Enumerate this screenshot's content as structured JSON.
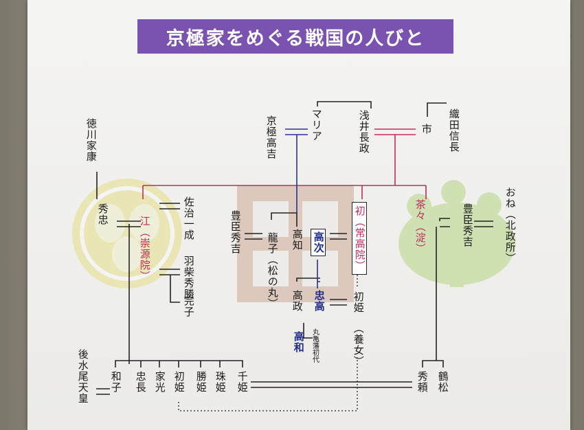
{
  "title": "京極家をめぐる戦国の人びと",
  "people": {
    "tokugawa_ieyasu": "徳川家康",
    "hidetada": "秀忠",
    "go": "江",
    "go_title": "（崇源院）",
    "saji_kazunari": "佐治一成",
    "hashiba_hidekatsu": "羽柴秀勝",
    "sadako": "完子",
    "kyogoku_takayoshi": "京極高吉",
    "maria": "マリア",
    "azai_nagamasa": "浅井長政",
    "ichi": "市",
    "oda_nobunaga": "織田信長",
    "toyotomi_hideyoshi_left": "豊臣秀吉",
    "tatsuko": "龍子",
    "tatsuko_title": "（松の丸）",
    "takatomo": "高知",
    "takatsugu": "高次",
    "hatsu": "初",
    "hatsu_title": "（常高院）",
    "chacha": "茶々",
    "chacha_title": "（淀）",
    "toyotomi_hideyoshi_right": "豊臣秀吉",
    "one": "おね",
    "one_title": "（北政所）",
    "takamasa": "高政",
    "tadataka": "忠高",
    "takakazu": "高和",
    "marugame_note": "丸亀藩初代",
    "hatsuhime": "初姫",
    "adopted": "（養女）",
    "gomizunoo": "後水尾天皇",
    "kazuko": "和子",
    "tadanaga": "忠長",
    "iemitsu": "家光",
    "hatsuhime2": "初姫",
    "katsuhime": "勝姫",
    "tamahime": "珠姫",
    "senhime": "千姫",
    "hideyori": "秀頼",
    "tsurumatsu": "鶴松"
  },
  "colors": {
    "title_bg": "#7a52b0",
    "azai_line": "#c22a5c",
    "kyogoku_line": "#2a2f8f",
    "crest_tokugawa": "#e9e5b5",
    "crest_kyogoku": "#dcc8bd",
    "crest_toyotomi": "#cfe0b3"
  }
}
